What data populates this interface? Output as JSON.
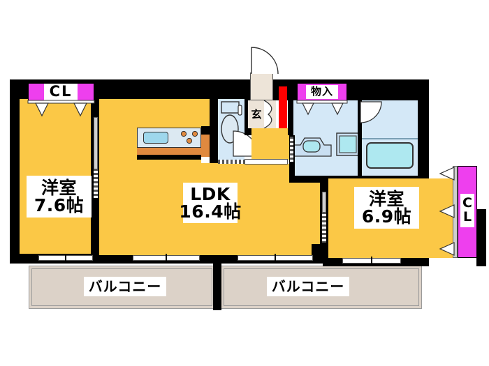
{
  "plan": {
    "type": "japanese-floor-plan",
    "layout_code": "2LDK",
    "unit_suffix": "帖",
    "colors": {
      "room_floor": "#FBC846",
      "closet": "#EE3FEE",
      "wall": "#000000",
      "water_area": "#D4E8F7",
      "bathtub": "#AEE8F0",
      "balcony": "#DCD2C8",
      "counter": "#E0893F",
      "entry_mark": "#FF0000",
      "genkan_floor": "#EDE4D8",
      "background": "#FFFFFF"
    }
  },
  "rooms": {
    "bedroom_left": {
      "name": "洋室",
      "area": "7.6帖"
    },
    "bedroom_right": {
      "name": "洋室",
      "area": "6.9帖"
    },
    "living": {
      "name": "LDK",
      "area": "16.4帖"
    }
  },
  "closets": {
    "left_cl": {
      "label": "CL"
    },
    "right_cl": {
      "label": "C",
      "label2": "L"
    },
    "storage": {
      "label": "物入"
    }
  },
  "entry": {
    "label": "玄"
  },
  "balconies": [
    {
      "label": "バルコニー"
    },
    {
      "label": "バルコニー"
    }
  ],
  "fixtures": {
    "kitchen_sink": "kitchen-sink-icon",
    "stove": "three-burner-stove-icon",
    "toilet": "toilet-icon",
    "vanity": "vanity-sink-icon",
    "washer": "washing-machine-pan-icon",
    "bathtub": "bathtub-icon",
    "entry_door": "entry-door-swing-icon"
  }
}
